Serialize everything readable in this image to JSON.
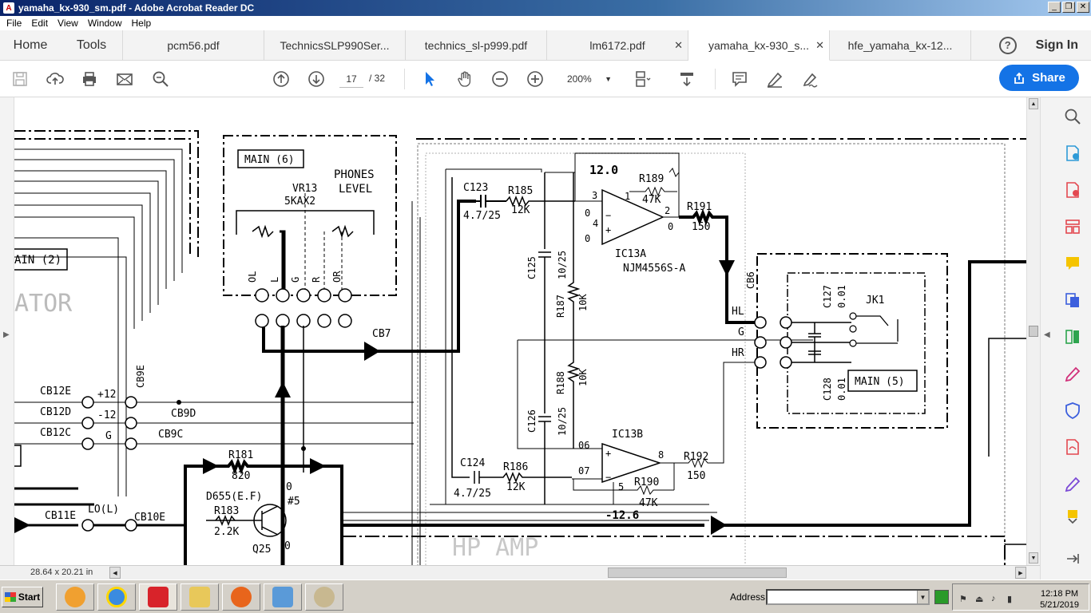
{
  "window": {
    "title": "yamaha_kx-930_sm.pdf - Adobe Acrobat Reader DC",
    "app_icon_letter": "A"
  },
  "menu": [
    "File",
    "Edit",
    "View",
    "Window",
    "Help"
  ],
  "nav": {
    "home": "Home",
    "tools": "Tools"
  },
  "tabs": [
    {
      "label": "pcm56.pdf",
      "active": false,
      "closable": false
    },
    {
      "label": "TechnicsSLP990Ser...",
      "active": false,
      "closable": false
    },
    {
      "label": "technics_sl-p999.pdf",
      "active": false,
      "closable": false
    },
    {
      "label": "lm6172.pdf",
      "active": false,
      "closable": true
    },
    {
      "label": "yamaha_kx-930_s...",
      "active": true,
      "closable": true
    },
    {
      "label": "hfe_yamaha_kx-12...",
      "active": false,
      "closable": false
    }
  ],
  "header_right": {
    "help": "?",
    "signin": "Sign In"
  },
  "toolbar": {
    "page_current": "17",
    "page_total": "/ 32",
    "zoom": "200%",
    "share": "Share"
  },
  "status": {
    "dimensions": "28.64 x 20.21 in"
  },
  "schematic": {
    "labels": {
      "main6": "MAIN (6)",
      "phones": "PHONES",
      "level": "LEVEL",
      "vr13": "VR13",
      "vr13val": "5KAX2",
      "main2": "AIN (2)",
      "ator": "ATOR",
      "c123": "C123",
      "c123v": "4.7/25",
      "r185": "R185",
      "r185v": "12K",
      "v12": "12.0",
      "r189": "R189",
      "r189v": "47K",
      "r191": "R191",
      "r191v": "150",
      "ic13a": "IC13A",
      "njm": "NJM4556S-A",
      "cb6": "CB6",
      "c125": "C125",
      "c125v": "10/25",
      "r187": "R187",
      "r187v": "10K",
      "c127": "C127",
      "c127v": "0.01",
      "jk1": "JK1",
      "hl": "HL",
      "g": "G",
      "hr": "HR",
      "cb7": "CB7",
      "r188": "R188",
      "r188v": "10K",
      "c128": "C128",
      "c128v": "0.01",
      "main5": "MAIN (5)",
      "cb12e": "CB12E",
      "cb12d": "CB12D",
      "cb12c": "CB12C",
      "p12": "+12",
      "m12": "-12",
      "gnd": "G",
      "cb9e": "CB9E",
      "cb9d": "CB9D",
      "cb9c": "CB9C",
      "c126": "C126",
      "c126v": "10/25",
      "ic13b": "IC13B",
      "r181": "R181",
      "r181v": "820",
      "c124": "C124",
      "c124v": "4.7/25",
      "r186": "R186",
      "r186v": "12K",
      "r192": "R192",
      "r192v": "150",
      "r190": "R190",
      "r190v": "47K",
      "vm12": "-12.6",
      "d655": "D655(E.F)",
      "r183": "R183",
      "r183v": "2.2K",
      "q25": "Q25",
      "cb11e": "CB11E",
      "lol": "LO(L)",
      "cb10e": "CB10E",
      "hpamp": "HP AMP",
      "ol": "OL",
      "l": "L",
      "gg": "G",
      "r": "R",
      "or": "OR",
      "n3": "3",
      "n1": "1",
      "n2": "2",
      "n4": "4",
      "n0a": "0",
      "n0b": "0",
      "n0c": "0",
      "n5": "5",
      "n7": "7",
      "n8": "8",
      "n06": "06",
      "n07": "07",
      "pin5": "#5",
      "o1": "0",
      "o2": "0"
    }
  },
  "taskbar": {
    "start": "Start",
    "address_label": "Address",
    "time": "12:18 PM",
    "date": "5/21/2019"
  }
}
